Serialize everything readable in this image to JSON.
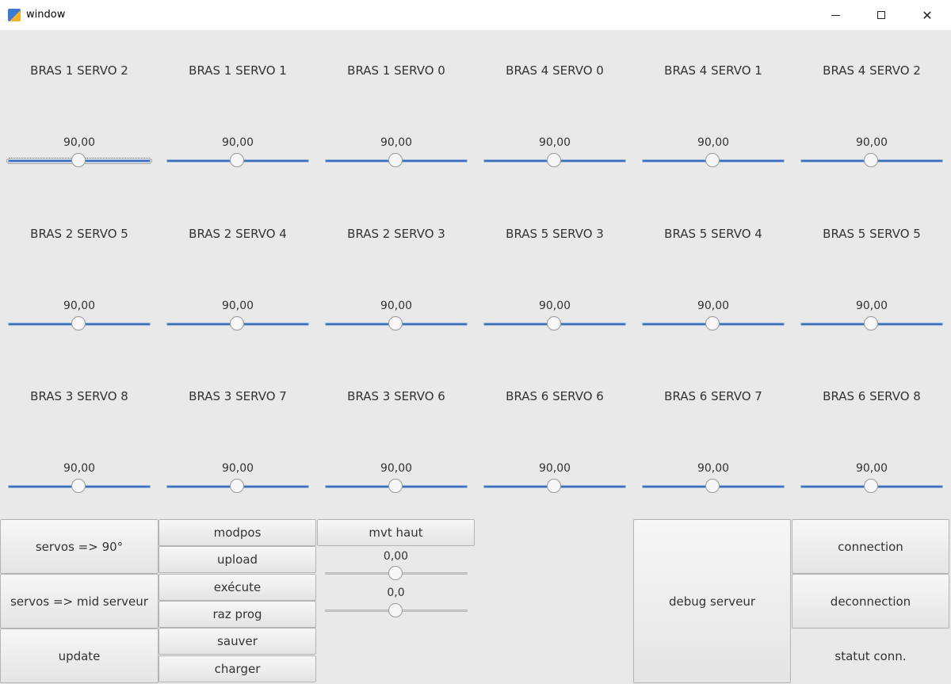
{
  "window": {
    "title": "window",
    "minimize_symbol": "",
    "maximize_symbol": "",
    "close_symbol": "✕"
  },
  "servos": [
    {
      "label": "BRAS 1 SERVO 2",
      "value": "90,00"
    },
    {
      "label": "BRAS 1 SERVO 1",
      "value": "90,00"
    },
    {
      "label": "BRAS 1 SERVO 0",
      "value": "90,00"
    },
    {
      "label": "BRAS 4 SERVO 0",
      "value": "90,00"
    },
    {
      "label": "BRAS 4 SERVO 1",
      "value": "90,00"
    },
    {
      "label": "BRAS 4 SERVO 2",
      "value": "90,00"
    },
    {
      "label": "BRAS 2 SERVO 5",
      "value": "90,00"
    },
    {
      "label": "BRAS 2 SERVO 4",
      "value": "90,00"
    },
    {
      "label": "BRAS 2 SERVO 3",
      "value": "90,00"
    },
    {
      "label": "BRAS 5 SERVO 3",
      "value": "90,00"
    },
    {
      "label": "BRAS 5 SERVO 4",
      "value": "90,00"
    },
    {
      "label": "BRAS 5 SERVO 5",
      "value": "90,00"
    },
    {
      "label": "BRAS 3 SERVO 8",
      "value": "90,00"
    },
    {
      "label": "BRAS 3 SERVO 7",
      "value": "90,00"
    },
    {
      "label": "BRAS 3 SERVO 6",
      "value": "90,00"
    },
    {
      "label": "BRAS 6 SERVO 6",
      "value": "90,00"
    },
    {
      "label": "BRAS 6 SERVO 7",
      "value": "90,00"
    },
    {
      "label": "BRAS 6 SERVO 8",
      "value": "90,00"
    }
  ],
  "controls": {
    "servos_90": "servos => 90°",
    "servos_mid": "servos => mid serveur",
    "update": "update",
    "modpos": "modpos",
    "upload": "upload",
    "execute": "exécute",
    "raz_prog": "raz prog",
    "sauver": "sauver",
    "charger": "charger",
    "mvt_haut": "mvt haut",
    "slider1_value": "0,00",
    "slider2_value": "0,0",
    "debug_serveur": "debug serveur",
    "connection": "connection",
    "deconnection": "deconnection",
    "statut": "statut conn."
  },
  "colors": {
    "accent": "#3d6fb5",
    "background": "#e9e9e9"
  }
}
